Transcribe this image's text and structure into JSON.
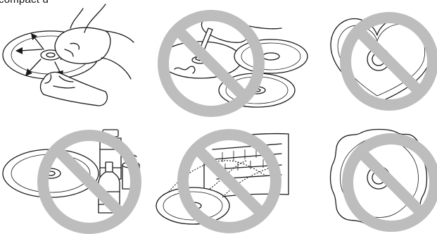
{
  "title_fragment": "compact d",
  "colors": {
    "line": "#1a1a1a",
    "prohibition": "#bdbdbd",
    "background": "#ffffff"
  },
  "panels": [
    {
      "id": "handle-disc-edges",
      "prohibited": false
    },
    {
      "id": "write-on-disc",
      "prohibited": true
    },
    {
      "id": "heart-shaped-disc",
      "prohibited": true
    },
    {
      "id": "solvent-cleaners",
      "prohibited": true
    },
    {
      "id": "disc-in-wrong-slot",
      "prohibited": true
    },
    {
      "id": "octagonal-disc",
      "prohibited": true
    }
  ]
}
